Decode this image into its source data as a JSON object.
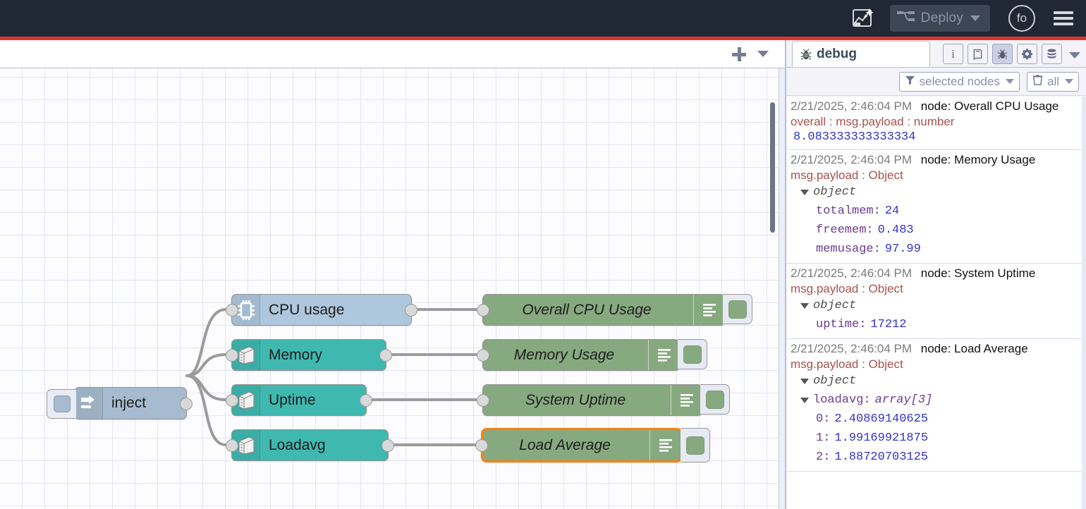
{
  "header": {
    "ai_icon": "ai-flow-sparkle-icon",
    "deploy_label": "Deploy",
    "avatar_label": "fo",
    "menu_icon": "hamburger-menu-icon",
    "bg_color": "#202835",
    "accent_color": "#e0352b"
  },
  "workspace": {
    "add_tab_icon": "plus-icon",
    "tab_list_icon": "chevron-down-icon",
    "canvas": {
      "grid_color": "#e3e5f4",
      "bg_color": "#fcfcfe"
    },
    "nodes": [
      {
        "id": "inject",
        "label": "inject",
        "type": "inject",
        "icon": "arrow-right-icon",
        "color": "#a6bbcf"
      },
      {
        "id": "cpu",
        "label": "CPU usage",
        "type": "source",
        "icon": "cpu-chip-icon",
        "color": "#aec7dd"
      },
      {
        "id": "memory",
        "label": "Memory",
        "type": "source",
        "icon": "server-box-icon",
        "color": "#3fb8b0"
      },
      {
        "id": "uptime",
        "label": "Uptime",
        "type": "source",
        "icon": "server-box-icon",
        "color": "#3fb8b0"
      },
      {
        "id": "loadavg",
        "label": "Loadavg",
        "type": "source",
        "icon": "server-box-icon",
        "color": "#3fb8b0"
      },
      {
        "id": "dbg-cpu",
        "label": "Overall CPU Usage",
        "type": "debug",
        "icon": "lines-icon",
        "color": "#87a980",
        "selected": false
      },
      {
        "id": "dbg-mem",
        "label": "Memory Usage",
        "type": "debug",
        "icon": "lines-icon",
        "color": "#87a980",
        "selected": false
      },
      {
        "id": "dbg-uptime",
        "label": "System Uptime",
        "type": "debug",
        "icon": "lines-icon",
        "color": "#87a980",
        "selected": false
      },
      {
        "id": "dbg-load",
        "label": "Load Average",
        "type": "debug",
        "icon": "lines-icon",
        "color": "#87a980",
        "selected": true
      }
    ],
    "selected_node_outline_color": "#ff7f0e"
  },
  "sidebar": {
    "active_tab": "debug",
    "tab_label": "debug",
    "tab_icon": "bug-icon",
    "icon_buttons": [
      {
        "name": "info-icon",
        "glyph": "i",
        "active": false
      },
      {
        "name": "help-book-icon",
        "glyph": "book",
        "active": false
      },
      {
        "name": "debug-bug-icon",
        "glyph": "bug",
        "active": true
      },
      {
        "name": "config-gear-icon",
        "glyph": "gear",
        "active": false
      },
      {
        "name": "context-data-icon",
        "glyph": "db",
        "active": false
      }
    ],
    "menu_caret_icon": "chevron-down-icon",
    "toolbar": {
      "filter_icon": "funnel-icon",
      "filter_label": "selected nodes",
      "clear_icon": "trash-icon",
      "clear_label": "all"
    },
    "messages": [
      {
        "timestamp": "2/21/2025, 2:46:04 PM",
        "node": "node: Overall CPU Usage",
        "topic": "overall : msg.payload : number",
        "kind": "scalar",
        "value": "8.083333333333334"
      },
      {
        "timestamp": "2/21/2025, 2:46:04 PM",
        "node": "node: Memory Usage",
        "topic": "msg.payload : Object",
        "kind": "object",
        "root_label": "object",
        "rows": [
          {
            "key": "totalmem",
            "value": "24"
          },
          {
            "key": "freemem",
            "value": "0.483"
          },
          {
            "key": "memusage",
            "value": "97.99"
          }
        ]
      },
      {
        "timestamp": "2/21/2025, 2:46:04 PM",
        "node": "node: System Uptime",
        "topic": "msg.payload : Object",
        "kind": "object",
        "root_label": "object",
        "rows": [
          {
            "key": "uptime",
            "value": "17212"
          }
        ]
      },
      {
        "timestamp": "2/21/2025, 2:46:04 PM",
        "node": "node: Load Average",
        "topic": "msg.payload : Object",
        "kind": "array",
        "root_label": "object",
        "array_key": "loadavg",
        "array_type": "array[3]",
        "rows": [
          {
            "key": "0",
            "value": "2.40869140625"
          },
          {
            "key": "1",
            "value": "1.99169921875"
          },
          {
            "key": "2",
            "value": "1.88720703125"
          }
        ]
      }
    ]
  }
}
